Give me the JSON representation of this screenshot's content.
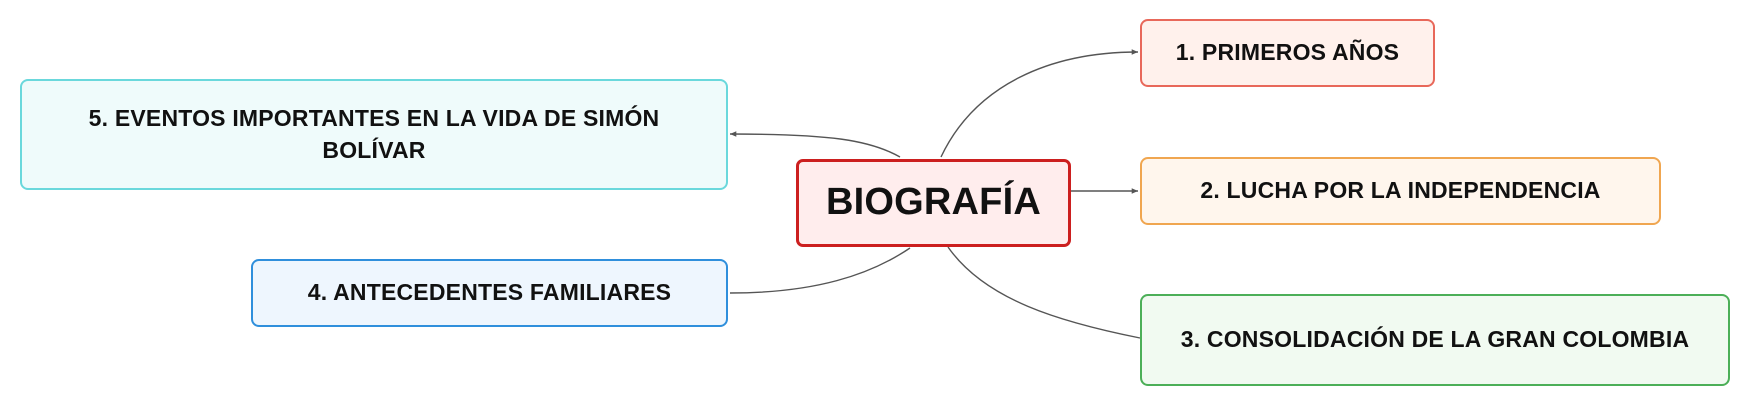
{
  "diagram": {
    "type": "mind-map",
    "central_topic": {
      "label": "BIOGRAFÍA",
      "border_color": "#cc1f1f",
      "fill_color": "#ffeded"
    },
    "branches": [
      {
        "label": "1. PRIMEROS AÑOS",
        "border_color": "#e8685a",
        "fill_color": "#fff1ec"
      },
      {
        "label": "2. LUCHA POR LA INDEPENDENCIA",
        "border_color": "#f0a650",
        "fill_color": "#fff6ed"
      },
      {
        "label": "3. CONSOLIDACIÓN DE LA GRAN COLOMBIA",
        "border_color": "#4caf58",
        "fill_color": "#f1faf1"
      },
      {
        "label": "4. ANTECEDENTES FAMILIARES",
        "border_color": "#2f8fdc",
        "fill_color": "#eef6fe"
      },
      {
        "label": "5. EVENTOS IMPORTANTES EN LA VIDA DE SIMÓN BOLÍVAR",
        "border_color": "#6ad8dc",
        "fill_color": "#effbfb"
      }
    ],
    "connector_color": "#555555"
  }
}
